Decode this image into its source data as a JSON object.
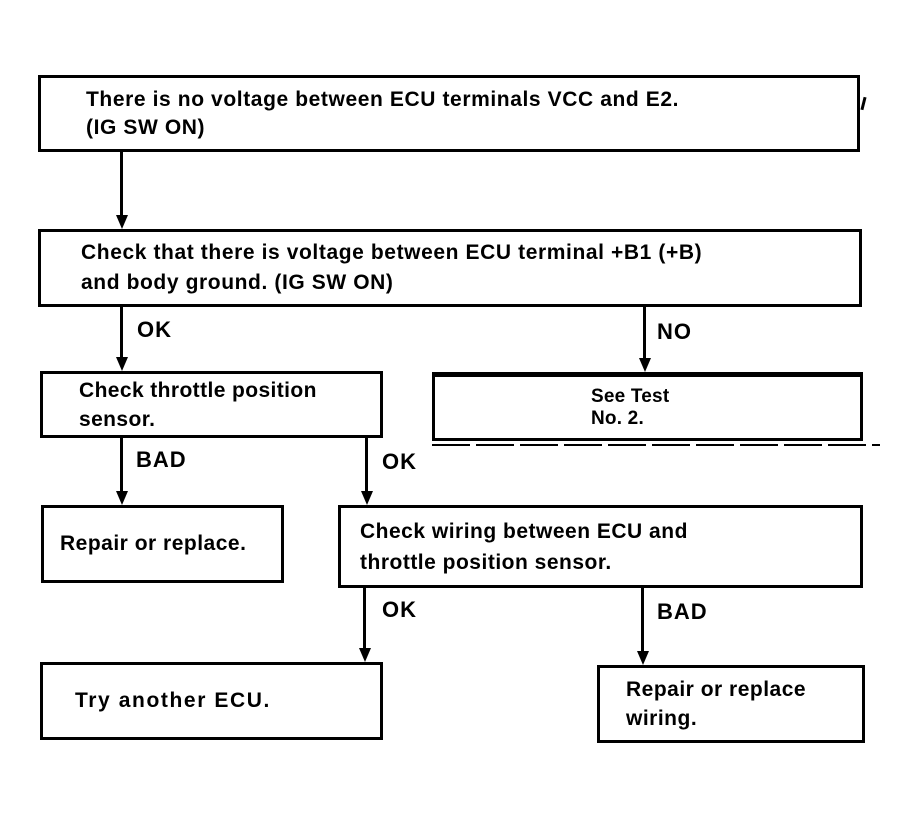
{
  "colors": {
    "ink": "#000000",
    "paper": "#ffffff"
  },
  "diagram_type": "troubleshooting-flowchart",
  "nodes": {
    "start": {
      "lines": [
        "There is no voltage between ECU terminals VCC and E2.",
        "(IG SW ON)"
      ]
    },
    "check_b1": {
      "lines": [
        "Check that there is voltage between ECU terminal +B1 (+B)",
        "and body ground. (IG SW ON)"
      ]
    },
    "check_tps": {
      "lines": [
        "Check throttle position",
        "sensor."
      ]
    },
    "see_test": {
      "lines": [
        "See Test",
        "No. 2."
      ]
    },
    "repair_replace": {
      "lines": [
        "Repair or replace."
      ]
    },
    "check_wiring": {
      "lines": [
        "Check wiring between ECU and",
        "throttle position sensor."
      ]
    },
    "try_ecu": {
      "lines": [
        "Try another ECU."
      ]
    },
    "repair_wiring": {
      "lines": [
        "Repair or replace",
        "wiring."
      ]
    }
  },
  "edges": {
    "b1_ok": "OK",
    "b1_no": "NO",
    "tps_bad": "BAD",
    "tps_ok": "OK",
    "wiring_ok": "OK",
    "wiring_bad": "BAD"
  }
}
